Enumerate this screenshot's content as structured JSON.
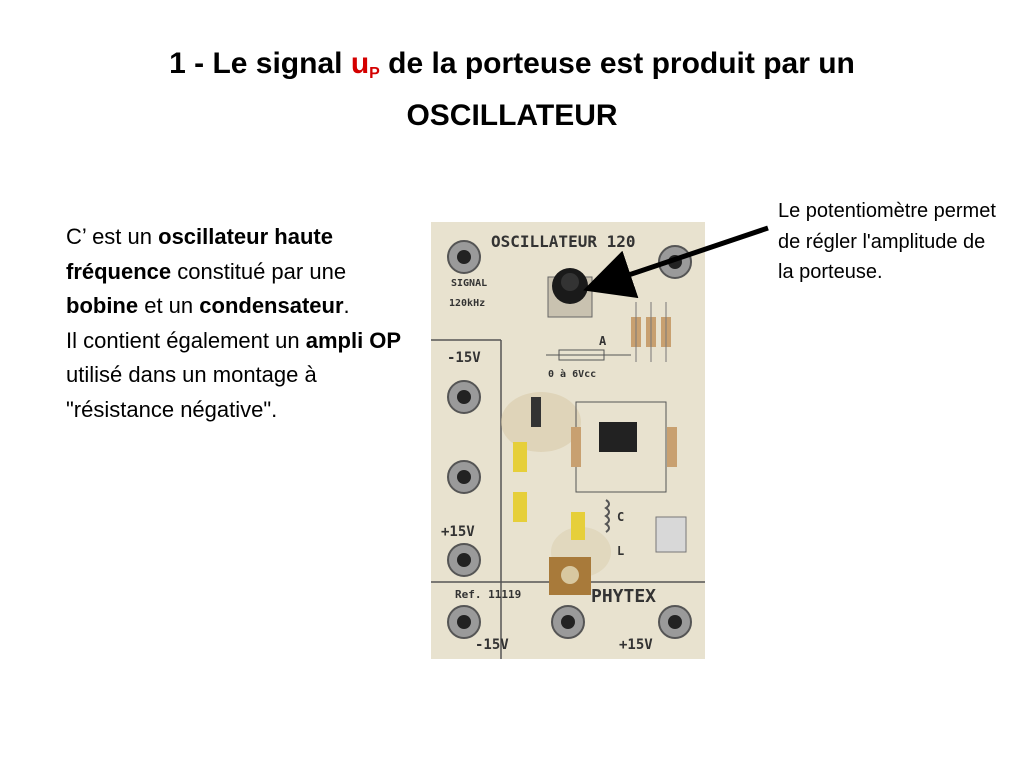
{
  "title": {
    "prefix": "1 - Le signal ",
    "u": "u",
    "sub": "P",
    "suffix": " de la porteuse est produit par un",
    "line2": "OSCILLATEUR"
  },
  "left": {
    "t1": "C’ est un ",
    "b1": "oscillateur haute fréquence",
    "t2": " constitué par une ",
    "b2": "bobine",
    "t3": " et un ",
    "b3": "condensateur",
    "t4": ".",
    "t5": "Il contient également un ",
    "b4": "ampli OP",
    "t6": " utilisé dans un montage à \"résistance négative\"."
  },
  "annotation": "Le potentiomètre permet de régler l'amplitude de la porteuse.",
  "board": {
    "title": "OSCILLATEUR 120",
    "signal": "SIGNAL",
    "freq": "120kHz",
    "minus15": "-15V",
    "plus15": "+15V",
    "range": "0 à 6Vcc",
    "pot": "A",
    "coil": "L",
    "cap": "C",
    "ref": "Ref. 11119",
    "brand": "PHYTEX",
    "bottom_minus": "-15V",
    "bottom_plus": "+15V"
  },
  "colors": {
    "title_u": "#d40000",
    "board_bg": "#e8e2cf",
    "arrow": "#000000"
  }
}
